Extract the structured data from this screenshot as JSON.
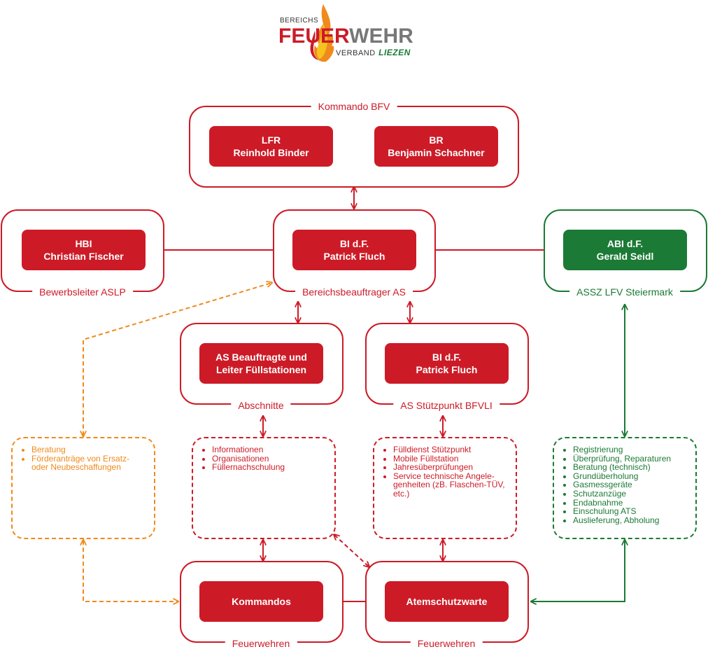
{
  "logo": {
    "line1": "BEREICHS",
    "word_part1": "FEUER",
    "word_part2": "WEHR",
    "line3a": "VERBAND",
    "line3b": "LIEZEN",
    "colors": {
      "red": "#cc1b27",
      "grey": "#777777",
      "green": "#1b7a35"
    }
  },
  "colors": {
    "red": "#cc1b27",
    "green": "#1b7a35",
    "orange": "#f08a1c"
  },
  "groups": {
    "kommando": {
      "caption": "Kommando BFV",
      "left": {
        "rank": "LFR",
        "name": "Reinhold Binder"
      },
      "right": {
        "rank": "BR",
        "name": "Benjamin Schachner"
      }
    },
    "bewerb": {
      "caption": "Bewerbsleiter ASLP",
      "rank": "HBI",
      "name": "Christian Fischer"
    },
    "bereich": {
      "caption": "Bereichsbeauftrager AS",
      "rank": "BI d.F.",
      "name": "Patrick Fluch"
    },
    "assz": {
      "caption": "ASSZ LFV Steiermark",
      "rank": "ABI d.F.",
      "name": "Gerald Seidl"
    },
    "abschnitte": {
      "caption": "Abschnitte",
      "line1": "AS Beauftragte und",
      "line2": "Leiter Füllstationen"
    },
    "stuetzpunkt": {
      "caption": "AS Stützpunkt BFVLI",
      "rank": "BI d.F.",
      "name": "Patrick Fluch"
    },
    "kommandos": {
      "caption": "Feuerwehren",
      "label": "Kommandos"
    },
    "atemschutz": {
      "caption": "Feuerwehren",
      "label": "Atemschutzwarte"
    }
  },
  "lists": {
    "orange": [
      "Beratung",
      "Förderanträge von Ersatz- oder Neubeschaffungen"
    ],
    "abschnitte": [
      "Informationen",
      "Organisationen",
      "Füllernachschulung"
    ],
    "stuetzpunkt": [
      "Fülldienst Stützpunkt",
      "Mobile Füllstation",
      "Jahresüberprüfungen",
      "Service technische Angele-genheiten (zB. Flaschen-TÜV, etc.)"
    ],
    "assz": [
      "Registrierung",
      "Überprüfung, Reparaturen",
      "Beratung (technisch)",
      "Grundüberholung",
      "Gasmessgeräte",
      "Schutzanzüge",
      "Endabnahme",
      "Einschulung ATS",
      "Auslieferung, Abholung"
    ]
  }
}
